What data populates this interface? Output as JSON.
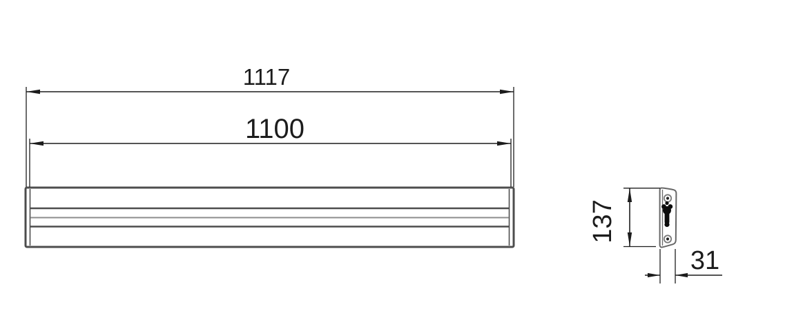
{
  "drawing": {
    "dimensions": {
      "overall_width": "1117",
      "inner_width": "1100",
      "side_height": "137",
      "side_depth": "31"
    },
    "colors": {
      "dimension_line": "#1c1c1c",
      "text": "#1c1c1c",
      "body_outline": "#4d4d4d",
      "body_groove_light": "#8c8c8c",
      "mount_hole_fill": "#0d0d0d",
      "background": "#ffffff"
    }
  }
}
